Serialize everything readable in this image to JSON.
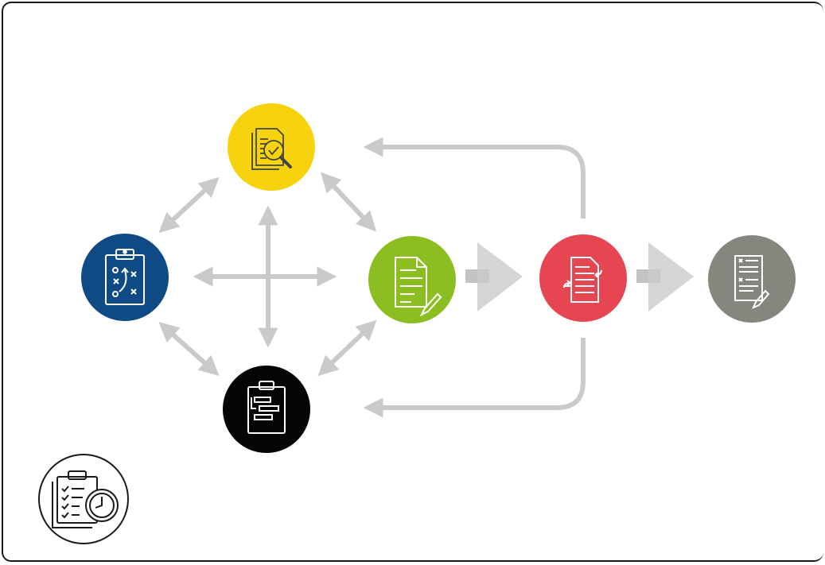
{
  "diagram": {
    "connector_color": "#c8cacc",
    "nodes": [
      {
        "id": "plan",
        "icon": "clipboard-strategy-icon",
        "color": "#0f4a85"
      },
      {
        "id": "review",
        "icon": "document-search-check-icon",
        "color": "#f6d30d"
      },
      {
        "id": "draft",
        "icon": "document-edit-icon",
        "color": "#8cbe22"
      },
      {
        "id": "schedule",
        "icon": "clipboard-gantt-icon",
        "color": "#050505"
      },
      {
        "id": "exchange",
        "icon": "document-exchange-icon",
        "color": "#e64652"
      },
      {
        "id": "final",
        "icon": "document-sign-icon",
        "color": "#86867f"
      }
    ],
    "badge": {
      "icon": "clipboard-checklist-clock-icon",
      "color": "#1a1a1a"
    }
  }
}
